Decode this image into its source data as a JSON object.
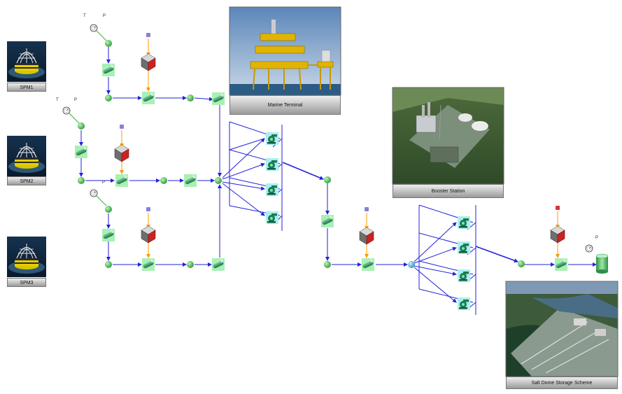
{
  "labels": {
    "spm1": "SPM1",
    "spm2": "SPM2",
    "spm3": "SPM3",
    "marine_terminal": "Marine Terminal",
    "booster_station": "Booster Station",
    "salt_dome": "Salt Dome Storage Scheme"
  },
  "gauge_tags": {
    "t": "T",
    "p": "P"
  },
  "colors": {
    "flow_line": "#2222dd",
    "energy_line": "#ff9900",
    "signal_line": "#33aa33",
    "node": "#4caf50",
    "tile": "#a9f0b5",
    "tile_cyan": "#a8f0ee",
    "heater_red": "#cc2222"
  }
}
